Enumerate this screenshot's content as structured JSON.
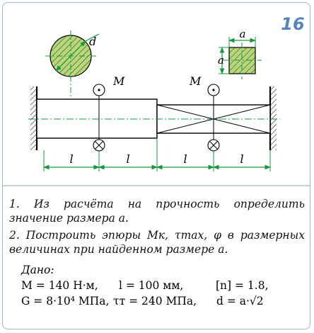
{
  "problem_number": "16",
  "drawing": {
    "circle_dimension": "d",
    "square_dimension_top": "a",
    "square_dimension_side": "a",
    "moment_label_left": "M",
    "moment_label_right": "M",
    "span_labels": [
      "l",
      "l",
      "l",
      "l"
    ]
  },
  "tasks": {
    "task1": "1.  Из расчёта на прочность определить значение размера a.",
    "task2": "2. Построить эпюры Mк, τmax, φ в размерных величинах при найденном размере a."
  },
  "given": {
    "title": "Дано:",
    "moment": "M = 140 Н·м,",
    "length": "l = 100 мм,",
    "safety": "[n] = 1.8,",
    "shear_modulus": "G = 8·10⁴ МПа,",
    "yield": "τт = 240 МПа,",
    "relation": "d = a·√2"
  },
  "colors": {
    "accent_green": "#1a9640",
    "hatch_fill": "#b5d878",
    "number_blue": "#5b84b6",
    "frame": "#9bb8d4"
  }
}
